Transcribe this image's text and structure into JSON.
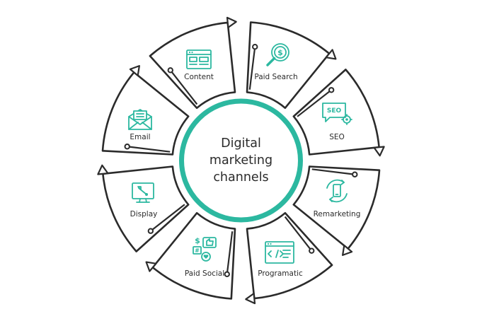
{
  "center": {
    "line1": "Digital",
    "line2": "marketing",
    "line3": "channels"
  },
  "channels": [
    {
      "label": "Content",
      "icon": "browser-layout-icon"
    },
    {
      "label": "Paid Search",
      "icon": "magnifier-dollar-icon"
    },
    {
      "label": "SEO",
      "icon": "seo-chat-gear-icon"
    },
    {
      "label": "Remarketing",
      "icon": "phone-cycle-icon"
    },
    {
      "label": "Programatic",
      "icon": "code-window-icon"
    },
    {
      "label": "Paid Social",
      "icon": "social-like-icon"
    },
    {
      "label": "Display",
      "icon": "monitor-icon"
    },
    {
      "label": "Email",
      "icon": "envelope-icon"
    }
  ],
  "colors": {
    "accent": "#2cb8a0",
    "outline": "#2b2b2b",
    "background": "#ffffff"
  }
}
